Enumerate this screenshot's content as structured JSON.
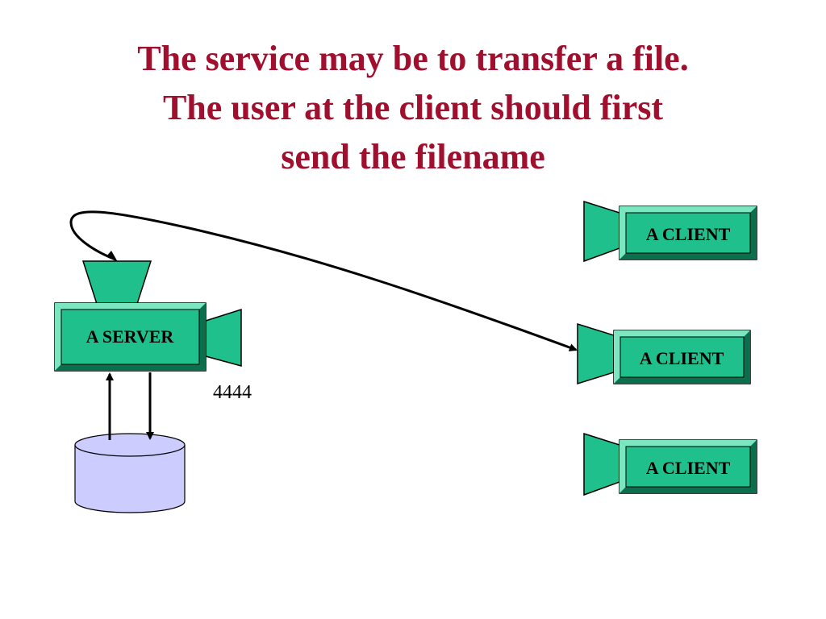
{
  "title_lines": [
    "The service may be to transfer a file.",
    "The user at the client should first",
    "send the filename"
  ],
  "server": {
    "label": "A SERVER",
    "port": "4444"
  },
  "clients": [
    {
      "label": "A CLIENT"
    },
    {
      "label": "A CLIENT"
    },
    {
      "label": "A CLIENT"
    }
  ],
  "colors": {
    "title": "#A0102E",
    "box_fill": "#20C08C",
    "box_dark": "#0B6E4C",
    "box_light": "#7BE6C0",
    "storage_fill": "#CCCCFF",
    "arrow": "#000000"
  }
}
